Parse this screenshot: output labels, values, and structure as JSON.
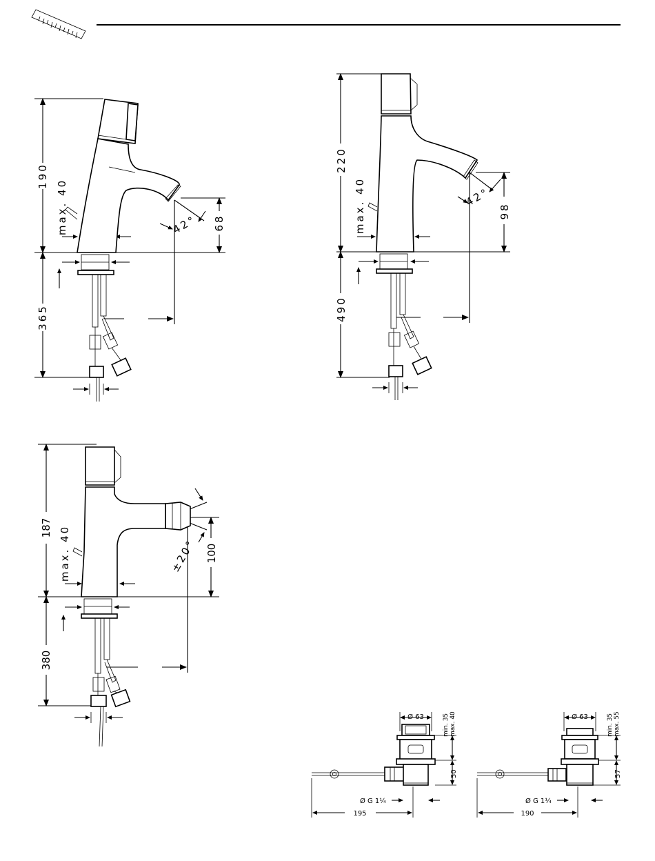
{
  "drawing_a": {
    "height_dim": "190",
    "below_dim": "365",
    "max_label": "max. 40",
    "spout_height": "68",
    "angle": "42°"
  },
  "drawing_b": {
    "height_dim": "220",
    "below_dim": "490",
    "max_label": "max. 40",
    "spout_height": "98",
    "angle": "42°"
  },
  "drawing_c": {
    "height_dim": "187",
    "below_dim": "380",
    "max_label": "max. 40",
    "spout_height": "100",
    "angle": "±20°"
  },
  "waste_1": {
    "diameter": "Ø 63",
    "min": "min. 35",
    "max": "max. 40",
    "depth": "50",
    "thread": "Ø G 1¼",
    "length": "195"
  },
  "waste_2": {
    "diameter": "Ø 63",
    "min": "min. 35",
    "max": "max. 55",
    "depth": "57",
    "thread": "Ø G 1¼",
    "length": "190"
  }
}
